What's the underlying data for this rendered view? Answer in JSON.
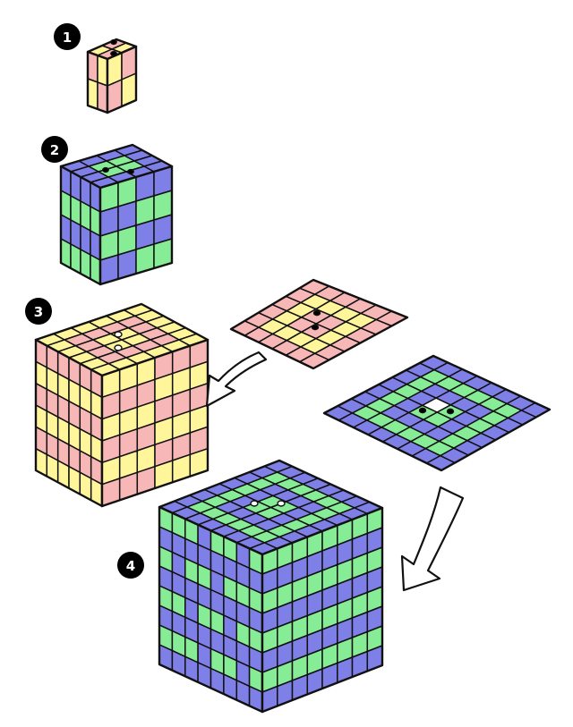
{
  "colors": {
    "pink": "#f7b7b7",
    "yellow": "#fff59a",
    "blue": "#7f7fe8",
    "green": "#86ec96",
    "white": "#ffffff",
    "line": "#111111"
  },
  "steps": [
    {
      "number": "1"
    },
    {
      "number": "2"
    },
    {
      "number": "3"
    },
    {
      "number": "4"
    }
  ]
}
